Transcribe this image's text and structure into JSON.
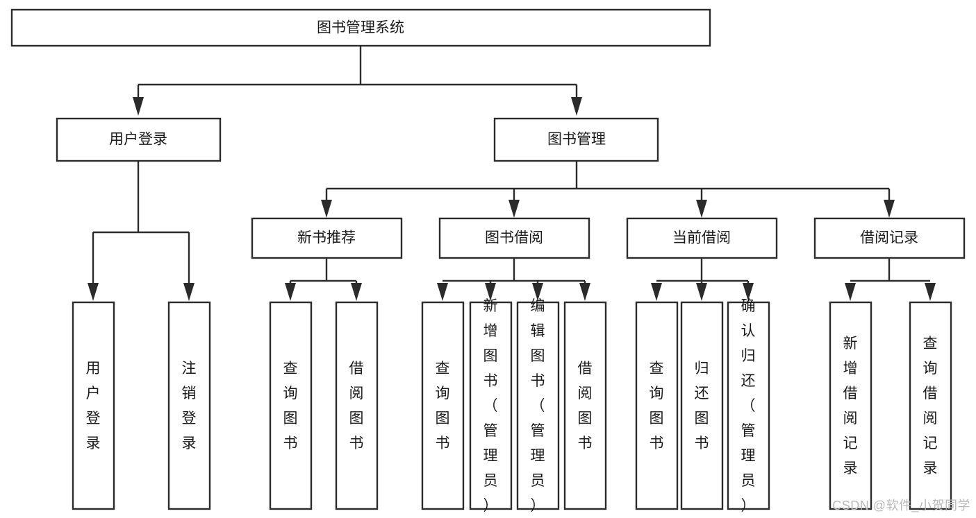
{
  "diagram": {
    "title": "图书管理系统",
    "type": "tree-hierarchy",
    "watermark": "CSDN @软件_小贺同学",
    "colors": {
      "background": "#ffffff",
      "box_stroke": "#2b2b2b",
      "box_fill": "#ffffff",
      "text": "#1a1a1a",
      "watermark_text": "#b8b8b8"
    },
    "root": {
      "label": "图书管理系统",
      "level": 0
    },
    "level2": [
      {
        "label": "用户登录"
      },
      {
        "label": "图书管理"
      }
    ],
    "level3": [
      {
        "label": "新书推荐",
        "parent": "图书管理"
      },
      {
        "label": "图书借阅",
        "parent": "图书管理"
      },
      {
        "label": "当前借阅",
        "parent": "图书管理"
      },
      {
        "label": "借阅记录",
        "parent": "图书管理"
      }
    ],
    "leaves": {
      "用户登录": [
        {
          "label": "用户登录"
        },
        {
          "label": "注销登录"
        }
      ],
      "新书推荐": [
        {
          "label": "查询图书"
        },
        {
          "label": "借阅图书"
        }
      ],
      "图书借阅": [
        {
          "label": "查询图书"
        },
        {
          "label": "新增图书（管理员）"
        },
        {
          "label": "编辑图书（管理员）"
        },
        {
          "label": "借阅图书"
        }
      ],
      "当前借阅": [
        {
          "label": "查询图书"
        },
        {
          "label": "归还图书"
        },
        {
          "label": "确认归还（管理员）"
        }
      ],
      "借阅记录": [
        {
          "label": "新增借阅记录"
        },
        {
          "label": "查询借阅记录"
        }
      ]
    }
  }
}
